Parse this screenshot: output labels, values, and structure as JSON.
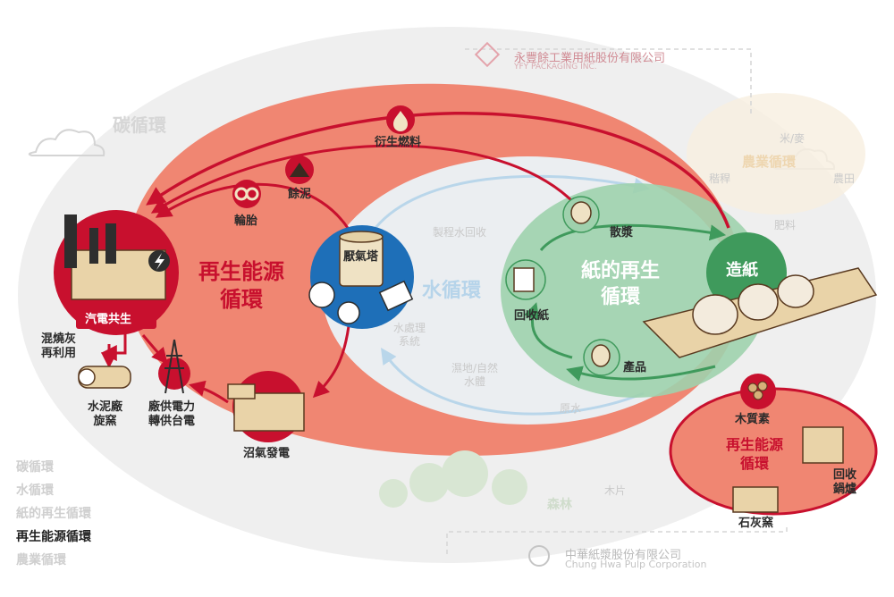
{
  "colors": {
    "red": "#c8102e",
    "salmon": "#ef7f6c",
    "green": "#8ec9a0",
    "blue": "#1e6fb8",
    "grey": "#ececec"
  },
  "companies": {
    "yfy_name": "永豐餘工業用紙股份有限公司",
    "yfy_sub": "YFY PACKAGING INC.",
    "chp_name": "中華紙漿股份有限公司",
    "chp_sub": "Chung Hwa Pulp Corporation"
  },
  "cycles": {
    "carbon": "碳循環",
    "water": "水循環",
    "paper": [
      "紙的再生",
      "循環"
    ],
    "renewable": [
      "再生能源",
      "循環"
    ],
    "agriculture": "農業循環",
    "biomass_renewable": [
      "再生能源",
      "循環"
    ]
  },
  "nodes": {
    "cogeneration": "汽電共生",
    "anaerobic_tower": "厭氣塔",
    "tires": "輪胎",
    "sludge": "餘泥",
    "derived_fuel": "衍生燃料",
    "fly_ash": [
      "混燒灰",
      "再利用"
    ],
    "cement_kiln": [
      "水泥廠",
      "旋窯"
    ],
    "power_supply": [
      "廠供電力",
      "轉供台電"
    ],
    "biogas": "沼氣發電",
    "process_water": "製程水回收",
    "water_treatment": [
      "水處理",
      "系統"
    ],
    "wetland": [
      "濕地/自然",
      "水體"
    ],
    "raw_water": "原水",
    "forest": "森林",
    "wood_chips": "木片",
    "broke": "散漿",
    "recycled_paper": "回收紙",
    "products": "產品",
    "papermaking": "造紙",
    "rice_wheat": "米/麥",
    "straw": "稭稈",
    "farmland": "農田",
    "fertilizer": "肥料",
    "biomass": "木質素",
    "recovery_boiler": [
      "回收",
      "鍋爐"
    ],
    "lime_kiln": "石灰窯"
  },
  "legend": [
    "碳循環",
    "水循環",
    "紙的再生循環",
    "再生能源循環",
    "農業循環"
  ]
}
